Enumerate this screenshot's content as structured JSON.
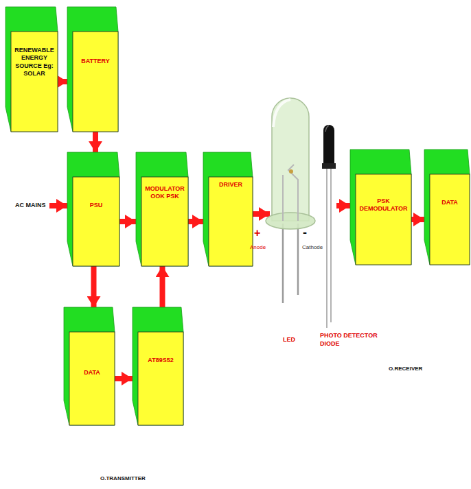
{
  "diagram": {
    "nodes": [
      {
        "text": [
          "RENEWABLE ENERGY SOURCE Eg: SOLAR"
        ]
      },
      {
        "text": [
          "BATTERY"
        ]
      },
      {
        "text": [
          "PSU"
        ]
      },
      {
        "text": [
          "MODULATOR OOK PSK"
        ]
      },
      {
        "text": [
          "DRIVER"
        ]
      },
      {
        "text": [
          "DATA"
        ]
      },
      {
        "text": [
          "AT89S52"
        ]
      },
      {
        "text": [
          "PSK DEMODULATOR"
        ]
      },
      {
        "text": [
          "DATA"
        ]
      }
    ],
    "edges": [
      {
        "from": 0,
        "to": 1,
        "arrow": "to"
      },
      {
        "from": 1,
        "to": 2,
        "arrow": "to"
      },
      {
        "from": 2,
        "to": 3,
        "arrow": "to"
      },
      {
        "from": 3,
        "to": 4,
        "arrow": "to"
      },
      {
        "from": 2,
        "to": 5,
        "arrow": "to"
      },
      {
        "from": 5,
        "to": 6,
        "arrow": "to"
      },
      {
        "from": 6,
        "to": 3,
        "arrow": "to"
      },
      {
        "from": 7,
        "to": 8,
        "arrow": "to"
      }
    ],
    "labels": [
      "AC MAINS",
      "+",
      "Anode",
      "-",
      "Cathode",
      "LED",
      "PHOTO DETECTOR DIODE",
      "O.RECEIVER",
      "O.TRANSMITTER"
    ]
  }
}
